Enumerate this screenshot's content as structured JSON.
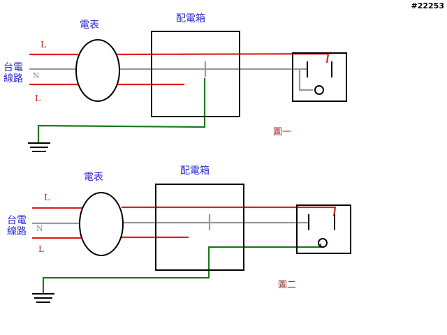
{
  "watermark": "#22253",
  "diagrams": [
    {
      "meter_label": "電表",
      "panel_label": "配電箱",
      "source_label_line1": "台電",
      "source_label_line2": "線路",
      "live_top_label": "L",
      "neutral_label": "N",
      "live_bottom_label": "L",
      "figure_label": "圖一"
    },
    {
      "meter_label": "電表",
      "panel_label": "配電箱",
      "source_label_line1": "台電",
      "source_label_line2": "線路",
      "live_top_label": "L",
      "neutral_label": "N",
      "live_bottom_label": "L",
      "figure_label": "圖二"
    }
  ],
  "colors": {
    "live_wire": "#e02020",
    "neutral_wire": "#999999",
    "ground_wire": "#1a7a1a",
    "label_text": "#2b2bd0",
    "figure_text": "#993333"
  }
}
